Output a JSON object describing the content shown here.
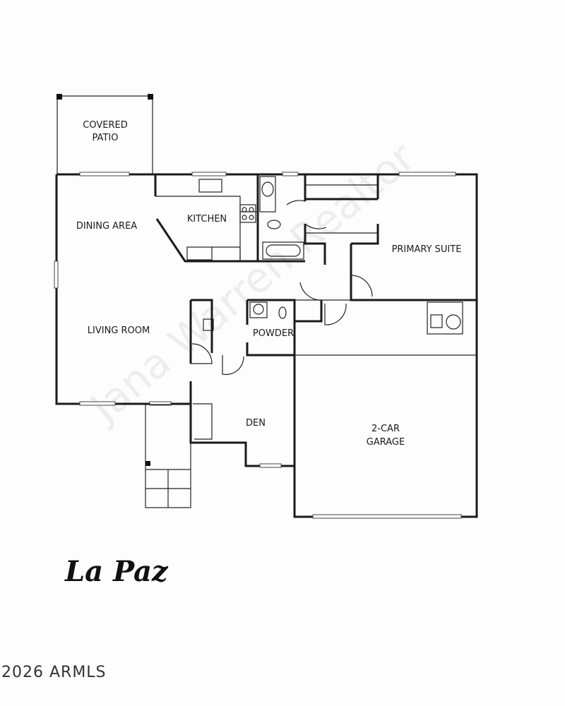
{
  "plan": {
    "name": "La Paz",
    "rooms": {
      "covered_patio": [
        "COVERED",
        "PATIO"
      ],
      "dining_area": "DINING AREA",
      "kitchen": "KITCHEN",
      "primary_suite": "PRIMARY SUITE",
      "living_room": "LIVING ROOM",
      "powder": "POWDER",
      "den": "DEN",
      "garage": [
        "2-CAR",
        "GARAGE"
      ]
    }
  },
  "watermark": "Jana Warren Realtor",
  "copyright": "2026 ARMLS"
}
